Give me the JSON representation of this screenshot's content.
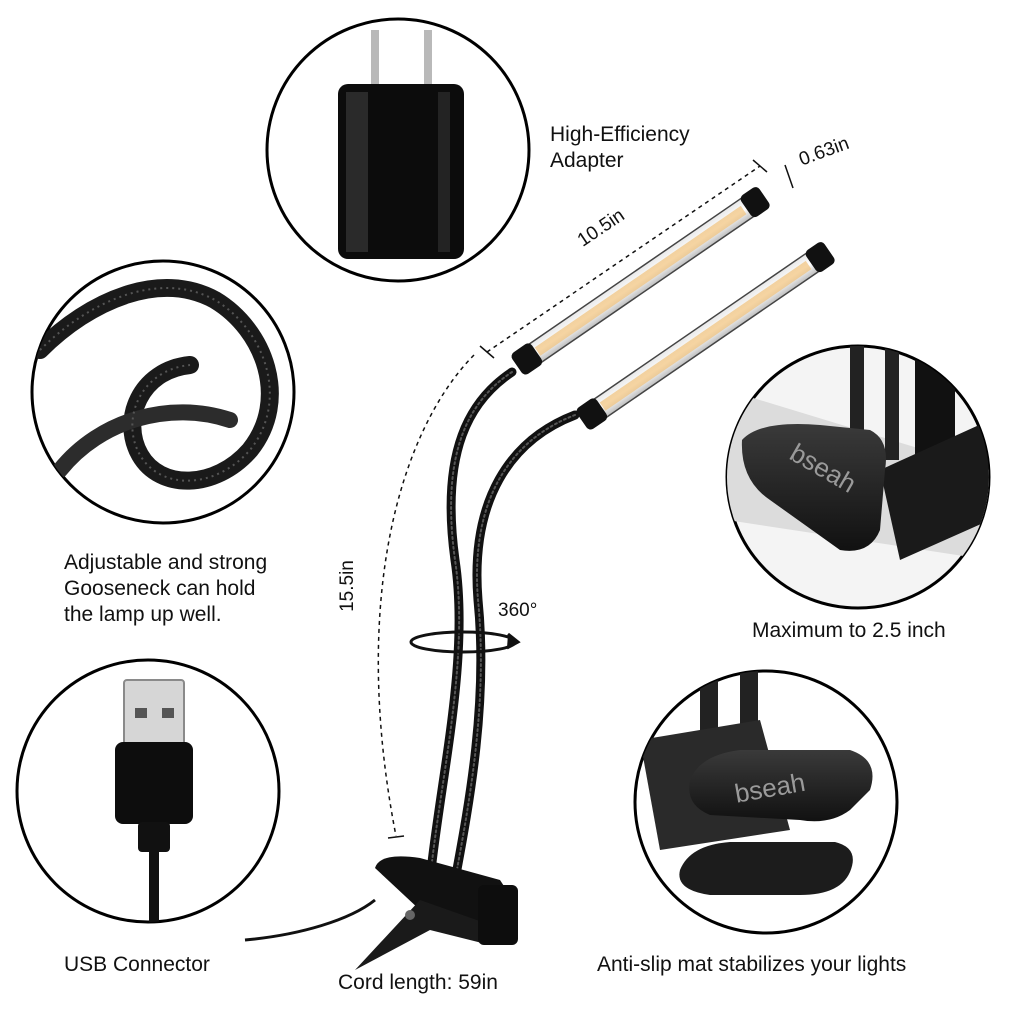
{
  "captions": {
    "adapter": "High-Efficiency\nAdapter",
    "gooseneck": "Adjustable and strong\nGooseneck can hold\nthe lamp up well.",
    "usb": "USB Connector",
    "cord": "Cord length: 59in",
    "clamp": "Maximum to 2.5 inch",
    "mat": "Anti-slip mat stabilizes your lights"
  },
  "measurements": {
    "bar_length": "10.5in",
    "bar_width": "0.63in",
    "gooseneck_height": "15.5in",
    "rotation": "360°"
  },
  "brand": "bseah",
  "colors": {
    "body": "#111111",
    "led": "#f1c27a",
    "background": "#ffffff"
  },
  "icons": [
    "power-adapter-icon",
    "gooseneck-coil-icon",
    "usb-plug-icon",
    "clip-clamp-icon",
    "rotation-arrow-icon"
  ]
}
